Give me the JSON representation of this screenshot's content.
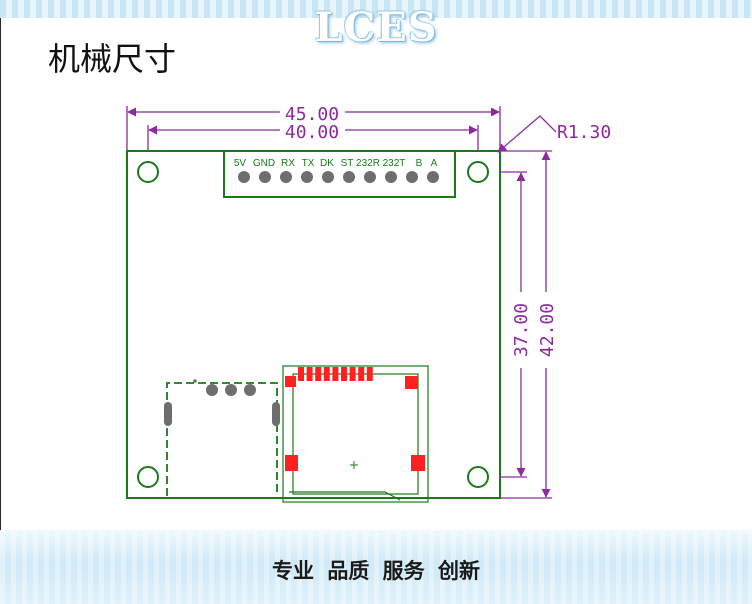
{
  "header": {
    "logo_text": "LCES",
    "title": "机械尺寸"
  },
  "drawing": {
    "dimensions": {
      "outer_width": "45.00",
      "inner_width": "40.00",
      "corner_radius": "R1.30",
      "inner_height": "37.00",
      "outer_height": "42.00"
    },
    "header_pins": [
      "5V",
      "GND",
      "RX",
      "TX",
      "DK",
      "ST",
      "232R",
      "232T",
      "B",
      "A"
    ],
    "colors": {
      "dimension": "#8b2b9e",
      "board": "#1a7a1a",
      "pin": "#6e6e6e",
      "pad": "#ff2020"
    }
  },
  "footer": {
    "slogan": "专业  品质  服务 创新"
  }
}
